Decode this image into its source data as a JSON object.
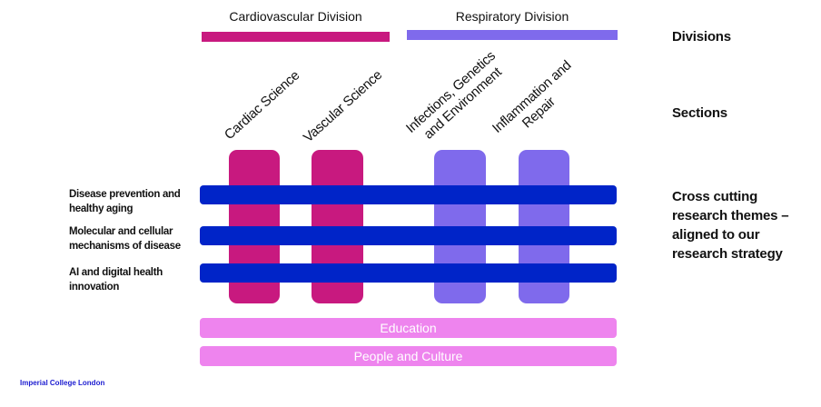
{
  "divisions": [
    {
      "label": "Cardiovascular Division",
      "color": "#c8197f"
    },
    {
      "label": "Respiratory Division",
      "color": "#7f6aec"
    }
  ],
  "sections": [
    {
      "lines": [
        "Cardiac Science"
      ],
      "division": "Cardiovascular Division",
      "color": "#c8197f"
    },
    {
      "lines": [
        "Vascular Science"
      ],
      "division": "Cardiovascular Division",
      "color": "#c8197f"
    },
    {
      "lines": [
        "Infections, Genetics",
        "and Environment"
      ],
      "division": "Respiratory Division",
      "color": "#7f6aec"
    },
    {
      "lines": [
        "Inflammation and",
        "Repair"
      ],
      "division": "Respiratory Division",
      "color": "#7f6aec"
    }
  ],
  "themes": [
    {
      "lines": [
        "Disease prevention and",
        "healthy aging"
      ]
    },
    {
      "lines": [
        "Molecular and cellular",
        "mechanisms of disease"
      ]
    },
    {
      "lines": [
        "AI and digital health",
        "innovation"
      ]
    }
  ],
  "theme_color": "#0024c8",
  "foundations": [
    {
      "label": "Education"
    },
    {
      "label": "People and Culture"
    }
  ],
  "foundation_color": "#ee84ee",
  "right_labels": {
    "divisions": "Divisions",
    "sections": "Sections",
    "themes_lines": [
      "Cross cutting",
      "research themes –",
      "aligned to our",
      "research strategy"
    ]
  },
  "footer": {
    "logo": "Imperial College London"
  }
}
